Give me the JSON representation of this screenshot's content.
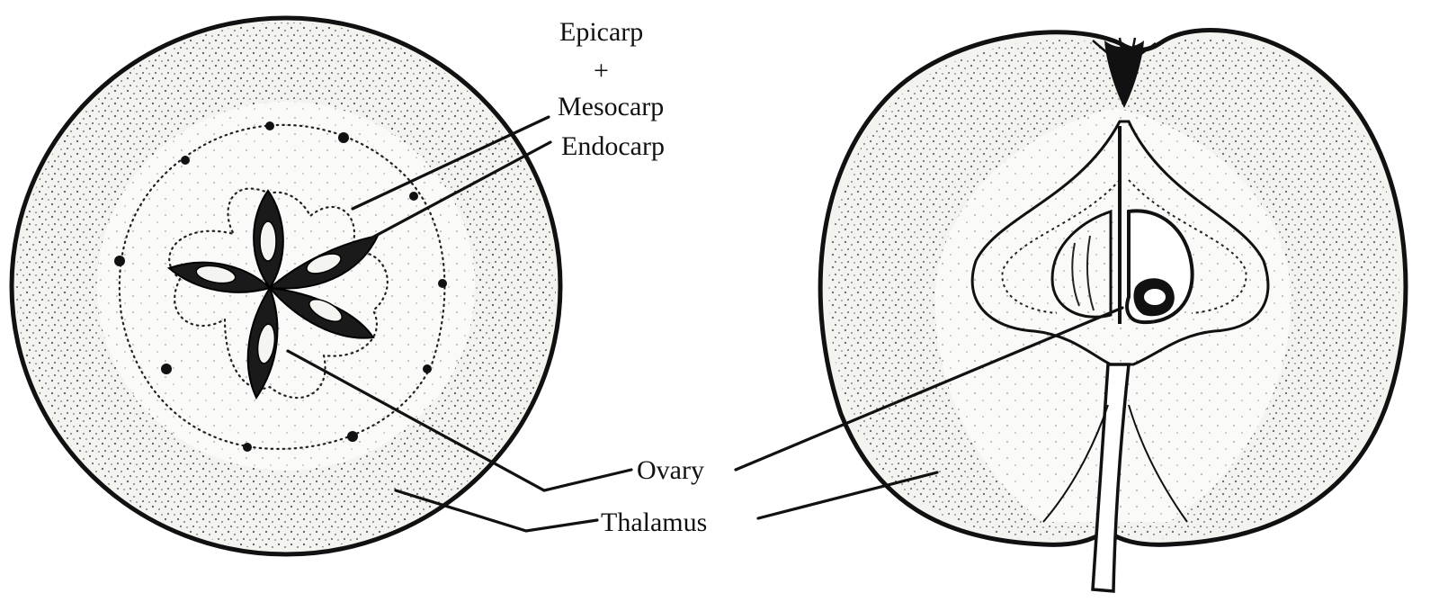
{
  "labels": {
    "epicarp": "Epicarp",
    "plus": "+",
    "mesocarp": "Mesocarp",
    "endocarp": "Endocarp",
    "ovary": "Ovary",
    "thalamus": "Thalamus"
  }
}
